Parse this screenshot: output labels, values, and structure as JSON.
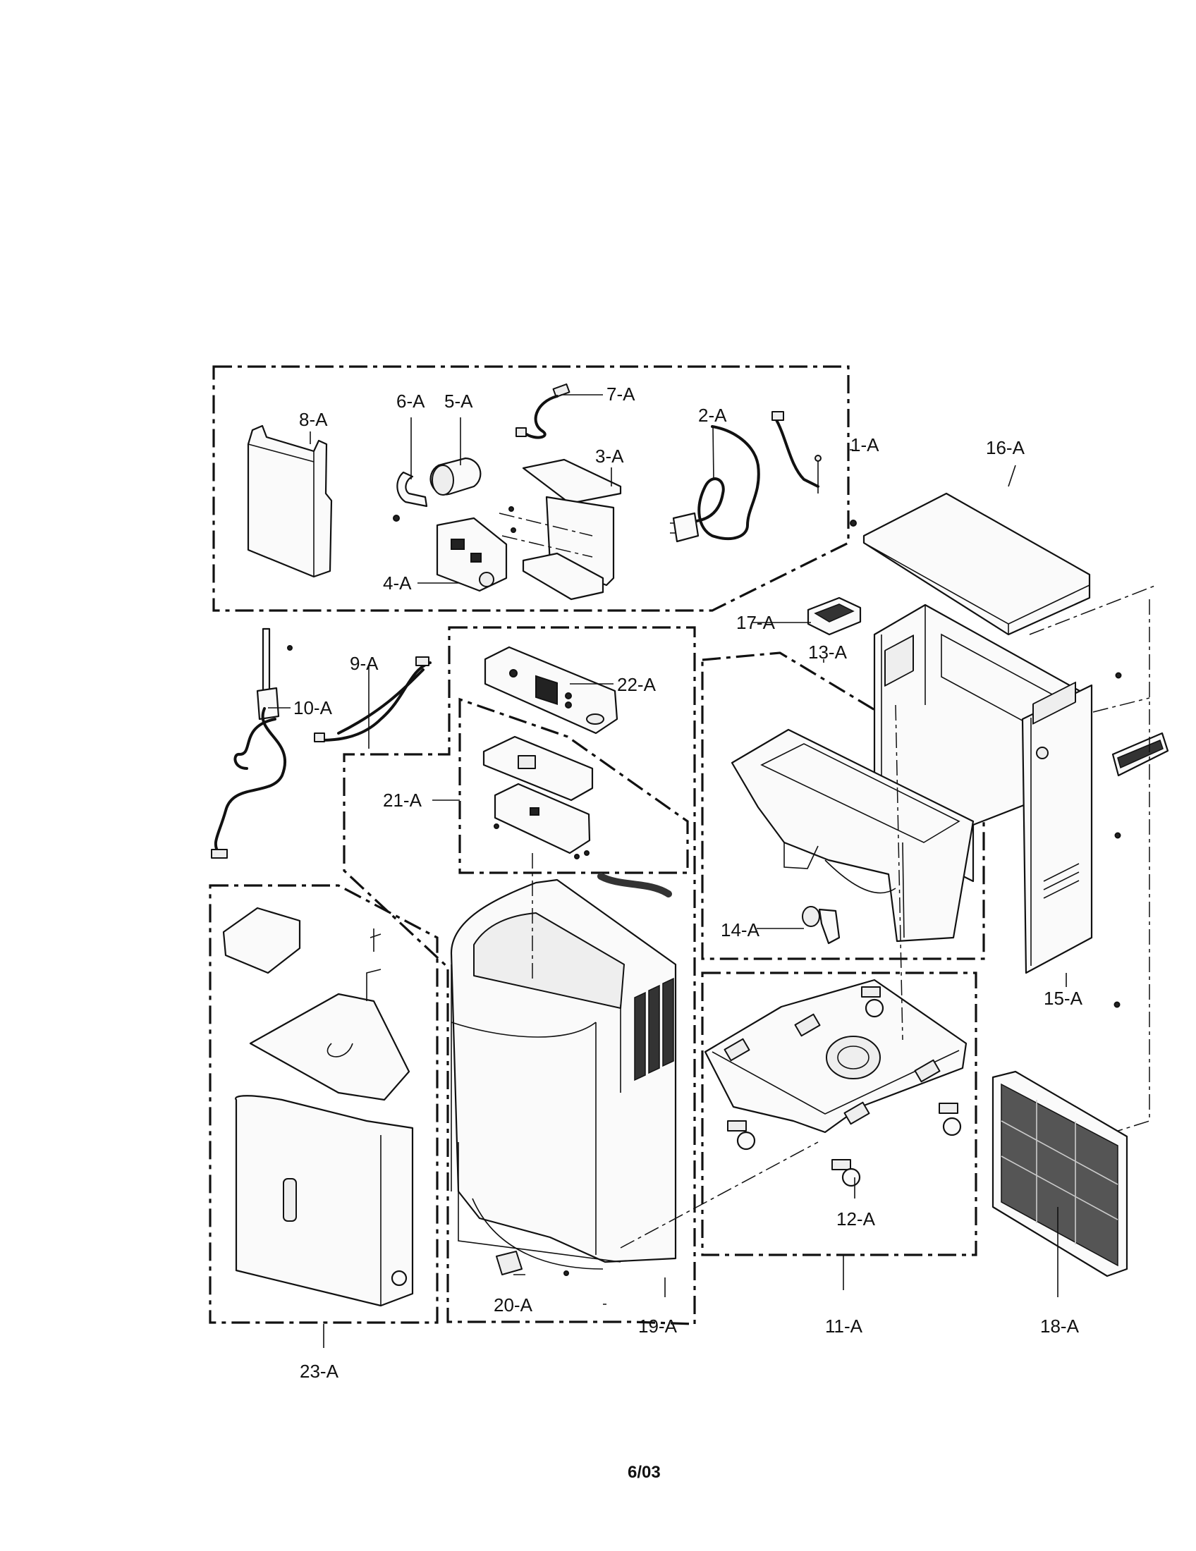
{
  "diagram": {
    "labels": {
      "p1": "1-A",
      "p2": "2-A",
      "p3": "3-A",
      "p4": "4-A",
      "p5": "5-A",
      "p6": "6-A",
      "p7": "7-A",
      "p8": "8-A",
      "p9": "9-A",
      "p10": "10-A",
      "p11": "11-A",
      "p12": "12-A",
      "p13": "13-A",
      "p14": "14-A",
      "p15": "15-A",
      "p16": "16-A",
      "p17": "17-A",
      "p18": "18-A",
      "p19": "19-A",
      "p20": "20-A",
      "p21": "21-A",
      "p22": "22-A",
      "p23": "23-A"
    },
    "footer": "6/03"
  }
}
